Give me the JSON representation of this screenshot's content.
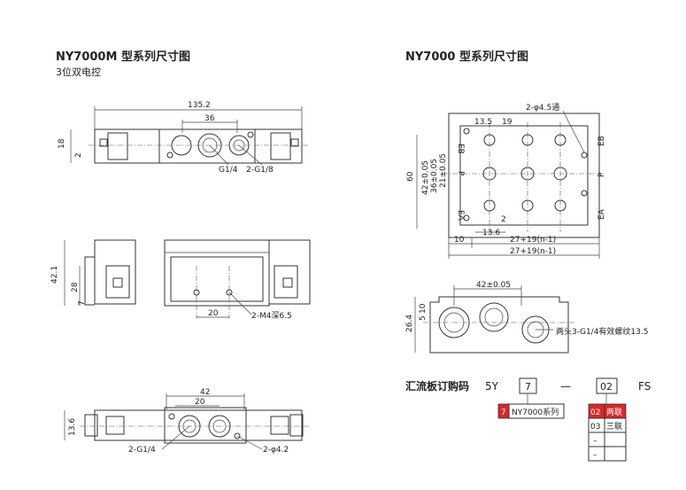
{
  "left": {
    "title": "NY7000M 型系列尺寸图",
    "subtitle": "3位双电控",
    "view1": {
      "dims": [
        "135.2",
        "36",
        "18",
        "2",
        "G1/4",
        "2-G1/8"
      ]
    },
    "view2": {
      "dims": [
        "42.1",
        "28",
        "7",
        "20",
        "2-M4深6.5"
      ]
    },
    "view3": {
      "dims": [
        "42",
        "20",
        "13.6",
        "2-G1/4",
        "2-φ4.2"
      ]
    }
  },
  "right": {
    "title": "NY7000 型系列尺寸图",
    "view1": {
      "dims": [
        "13.5",
        "19",
        "2-φ4.5通",
        "60",
        "42±0.05",
        "36±0.05",
        "21±0.05",
        "EB",
        "P",
        "EA",
        "2",
        "13.6",
        "10",
        "27+19(n-1)",
        "27+19(n-1)"
      ],
      "side_labels_left": [
        "EB",
        "P",
        "EA"
      ],
      "side_labels_right": [
        "EB",
        "P",
        "EA"
      ]
    },
    "view2": {
      "dims": [
        "42±0.05",
        "10",
        "5",
        "26.4",
        "两头3-G1/4有效螺纹13.5"
      ]
    }
  },
  "order": {
    "title": "汇流板订购码",
    "prefix": "5Y",
    "code1": "7",
    "separator": "—",
    "code2": "02",
    "suffix": "FS",
    "table1": [
      {
        "code": "7",
        "label": "NY7000系列",
        "highlight": true
      }
    ],
    "table2": [
      {
        "code": "02",
        "label": "两联",
        "highlight": true
      },
      {
        "code": "03",
        "label": "三联",
        "highlight": false
      },
      {
        "code": "–",
        "label": "",
        "highlight": false
      },
      {
        "code": "–",
        "label": "",
        "highlight": false
      }
    ],
    "colors": {
      "highlight": "#d7282a",
      "highlight_text": "#ffffff"
    }
  }
}
